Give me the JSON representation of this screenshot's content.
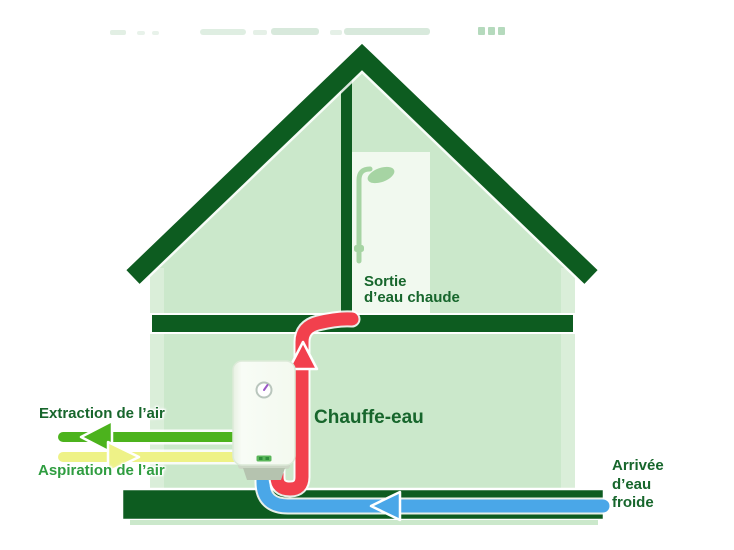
{
  "labels": {
    "sortie_line1": "Sortie",
    "sortie_line2": "d’eau chaude",
    "chauffe_eau": "Chauffe-eau",
    "extraction_air": "Extraction de l’air",
    "aspiration_air": "Aspiration de l’air",
    "arrivee_line1": "Arrivée",
    "arrivee_line2": "d’eau",
    "arrivee_line3": "froide"
  },
  "colors": {
    "dark_green": "#0d5c20",
    "light_green": "#cbe8cb",
    "wall_green": "#daeed9",
    "bathroom_white": "#f1f9ef",
    "shower_green": "#a6d4a3",
    "hot_water_red": "#f2404d",
    "cold_water_blue": "#4aa7e8",
    "extraction_arrow_green": "#4cb31d",
    "aspiration_arrow_yellow": "#eef287",
    "label_dark_green": "#17662c",
    "aspiration_label_green": "#2f9d40",
    "tank_white": "#f6fbf3",
    "pedestal_gray": "#b5c3af",
    "gauge_needle_purple": "#9b59c8",
    "white": "#ffffff"
  }
}
